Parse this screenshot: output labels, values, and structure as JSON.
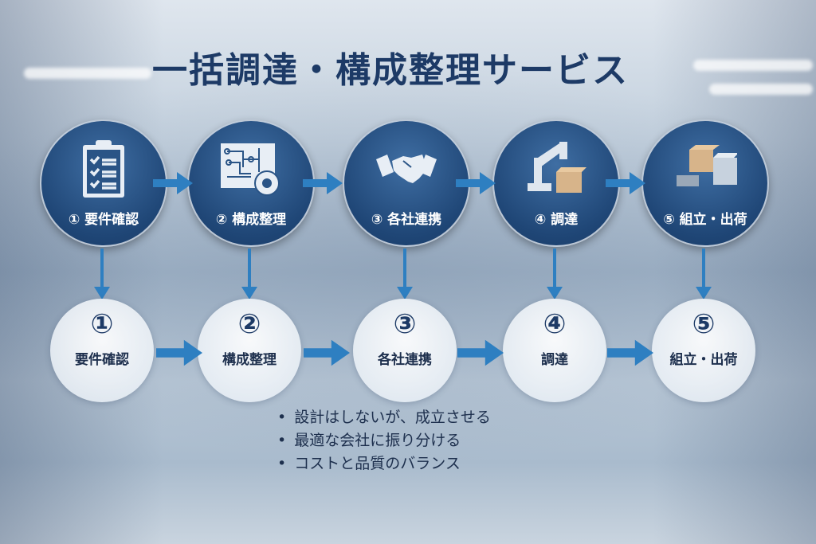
{
  "title": "一括調達・構成整理サービス",
  "steps_top": [
    {
      "label": "① 要件確認",
      "icon": "clipboard-checklist-icon"
    },
    {
      "label": "② 構成整理",
      "icon": "circuit-gear-icon"
    },
    {
      "label": "③ 各社連携",
      "icon": "handshake-icon"
    },
    {
      "label": "④ 調達",
      "icon": "robot-arm-icon"
    },
    {
      "label": "⑤ 組立・出荷",
      "icon": "boxes-icon"
    }
  ],
  "steps_bottom": [
    {
      "num": "①",
      "label": "要件確認"
    },
    {
      "num": "②",
      "label": "構成整理"
    },
    {
      "num": "③",
      "label": "各社連携"
    },
    {
      "num": "④",
      "label": "調達"
    },
    {
      "num": "⑤",
      "label": "組立・出荷"
    }
  ],
  "bullets": [
    "設計はしないが、成立させる",
    "最適な会社に振り分ける",
    "コストと品質のバランス"
  ],
  "colors": {
    "title": "#1d3a66",
    "circle": "#1f4676",
    "arrow": "#2e7fc1"
  }
}
